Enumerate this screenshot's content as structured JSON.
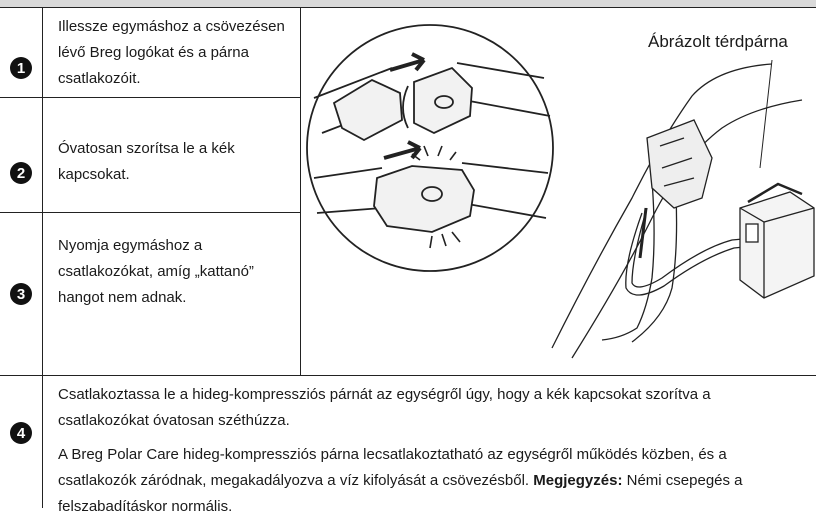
{
  "header_text": "",
  "steps": [
    {
      "number": "1",
      "text": "Illessze egymáshoz a csövezésen lévő Breg logókat és a párna csatlakozóit."
    },
    {
      "number": "2",
      "text": "Óvatosan szorítsa le a kék kapcsokat."
    },
    {
      "number": "3",
      "text": "Nyomja egymáshoz a csatlakozókat, amíg „kattanó” hangot nem adnak."
    },
    {
      "number": "4",
      "para1": "Csatlakoztassa le a hideg-kompressziós párnát az egységről úgy, hogy a kék kapcsokat szorítva a csatlakozókat óvatosan széthúzza.",
      "para2_prefix": "A Breg Polar Care hideg-kompressziós párna lecsatlakoztatható az egységről működés közben, és a csatlakozók záródnak, megakadályozva a víz kifolyását a csövezésből. ",
      "para2_bold": "Megjegyzés:",
      "para2_suffix": " Némi csepegés a felszabadításkor normális."
    }
  ],
  "figure": {
    "caption": "Ábrázolt térdpárna"
  }
}
